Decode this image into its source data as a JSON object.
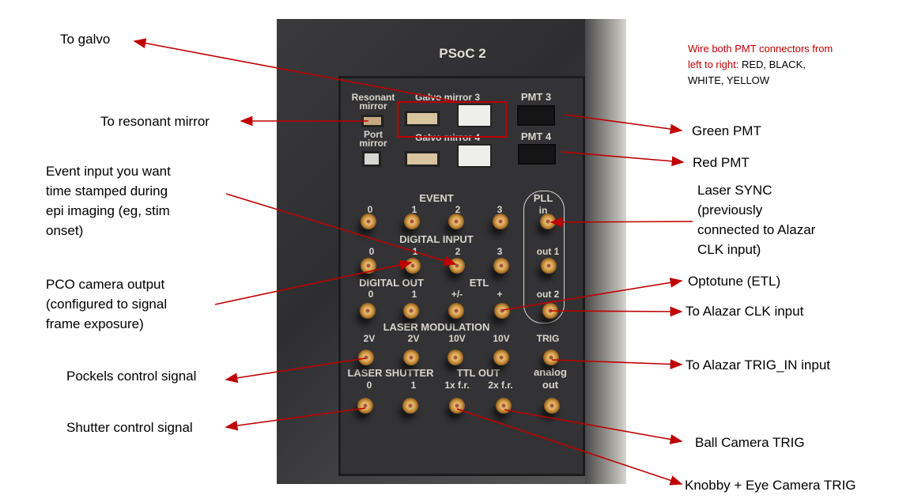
{
  "panel": {
    "title": "PSoC 2",
    "top_labels": {
      "resonant": "Resonant",
      "resonant2": "mirror",
      "port": "Port",
      "port2": "mirror",
      "galvo3": "Galvo mirror 3",
      "galvo4": "Galvo mirror 4",
      "pmt3": "PMT 3",
      "pmt4": "PMT 4"
    },
    "groups": {
      "event": "EVENT",
      "digital_input": "DIGITAL INPUT",
      "digital_out": "DIGITAL OUT",
      "etl": "ETL",
      "laser_mod": "LASER MODULATION",
      "laser_shutter": "LASER SHUTTER",
      "ttl_out": "TTL OUT",
      "pll": "PLL"
    },
    "sub": {
      "event": [
        "0",
        "1",
        "2",
        "3"
      ],
      "din": [
        "0",
        "1",
        "2",
        "3"
      ],
      "dout": [
        "0",
        "1"
      ],
      "etl": [
        "+/-",
        "+"
      ],
      "mod": [
        "2V",
        "2V",
        "10V",
        "10V"
      ],
      "shutter": [
        "0",
        "1"
      ],
      "ttl": [
        "1x f.r.",
        "2x f.r."
      ],
      "pll_in": "in",
      "out1": "out 1",
      "out2": "out 2",
      "trig": "TRIG",
      "analog": "analog",
      "out": "out"
    }
  },
  "note": {
    "red": "Wire both PMT connectors from left to right:",
    "colors": "RED, BLACK, WHITE, YELLOW"
  },
  "annotations": {
    "galvo": "To galvo",
    "resonant": "To resonant mirror",
    "green_pmt": "Green PMT",
    "red_pmt": "Red PMT",
    "event": [
      "Event input you want",
      "time stamped during",
      "epi imaging (eg, stim",
      "onset)"
    ],
    "laser_sync": [
      "Laser SYNC",
      "(previously",
      "connected to Alazar",
      "CLK input)"
    ],
    "pco": [
      "PCO camera output",
      "(configured to signal",
      "frame exposure)"
    ],
    "optotune": "Optotune (ETL)",
    "alazar_clk": "To Alazar CLK input",
    "pockels": "Pockels control signal",
    "alazar_trig": "To Alazar TRIG_IN input",
    "shutter": "Shutter control signal",
    "ball": "Ball Camera TRIG",
    "knobby": "Knobby + Eye Camera TRIG"
  }
}
